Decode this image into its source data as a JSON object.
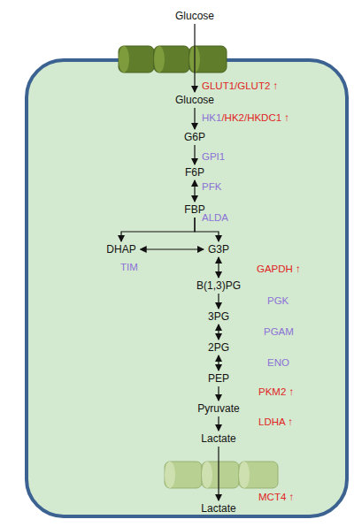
{
  "diagram": {
    "nodes": [
      {
        "text": [
          "Glucose"
        ]
      },
      {
        "text": [
          "Glucose"
        ]
      },
      {
        "text": [
          "G6P"
        ]
      },
      {
        "text": [
          "F6P"
        ]
      },
      {
        "text": [
          "FBP"
        ]
      },
      {
        "text": [
          "DHAP"
        ]
      },
      {
        "text": [
          "G3P"
        ]
      },
      {
        "text": [
          "B(1,3)PG"
        ]
      },
      {
        "text": [
          "3PG"
        ]
      },
      {
        "text": [
          "2PG"
        ]
      },
      {
        "text": [
          "PEP"
        ]
      },
      {
        "text": [
          "Pyruvate"
        ]
      },
      {
        "text": [
          "Lactate"
        ]
      },
      {
        "text": [
          "Lactate"
        ]
      }
    ],
    "edges": [
      {
        "from": 0,
        "to": 1,
        "arrow": "to"
      },
      {
        "from": 1,
        "to": 2,
        "arrow": "to"
      },
      {
        "from": 2,
        "to": 3,
        "arrow": "to"
      },
      {
        "from": 3,
        "to": 4,
        "arrow": "both"
      },
      {
        "from": 4,
        "to": 5,
        "arrow": "to"
      },
      {
        "from": 4,
        "to": 6,
        "arrow": "to"
      },
      {
        "from": 5,
        "to": 6,
        "arrow": "both"
      },
      {
        "from": 6,
        "to": 7,
        "arrow": "both"
      },
      {
        "from": 7,
        "to": 8,
        "arrow": "to"
      },
      {
        "from": 8,
        "to": 9,
        "arrow": "both"
      },
      {
        "from": 9,
        "to": 10,
        "arrow": "both"
      },
      {
        "from": 10,
        "to": 11,
        "arrow": "to"
      },
      {
        "from": 11,
        "to": 12,
        "arrow": "to"
      },
      {
        "from": 12,
        "to": 13,
        "arrow": "to"
      }
    ],
    "labels": [
      "GLUT1/GLUT2 ↑",
      "HK1",
      "/HK2/HKDC1 ↑",
      "GPI1",
      "PFK",
      "ALDA",
      "TIM",
      "GAPDH ↑",
      "PGK",
      "PGAM",
      "ENO",
      "PKM2 ↑",
      "LDHA ↑",
      "MCT4 ↑"
    ]
  }
}
